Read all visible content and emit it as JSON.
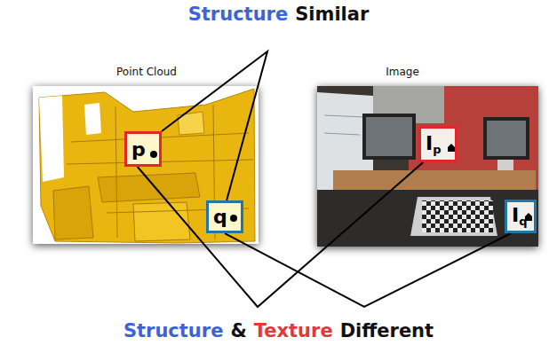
{
  "diagram": {
    "nodes": [
      {
        "text": [
          "p"
        ]
      },
      {
        "text": [
          "q"
        ]
      },
      {
        "text": [
          "I",
          "p"
        ]
      },
      {
        "text": [
          "I",
          "q"
        ]
      }
    ],
    "edges": [
      {
        "from": 0,
        "to": 1,
        "arrow": "none"
      },
      {
        "from": 0,
        "to": 2,
        "arrow": "none"
      },
      {
        "from": 1,
        "to": 3,
        "arrow": "none"
      }
    ],
    "labels": [
      "Structure",
      "Similar",
      "Point Cloud",
      "Image",
      "Structure",
      "&",
      "Texture",
      "Different"
    ]
  }
}
